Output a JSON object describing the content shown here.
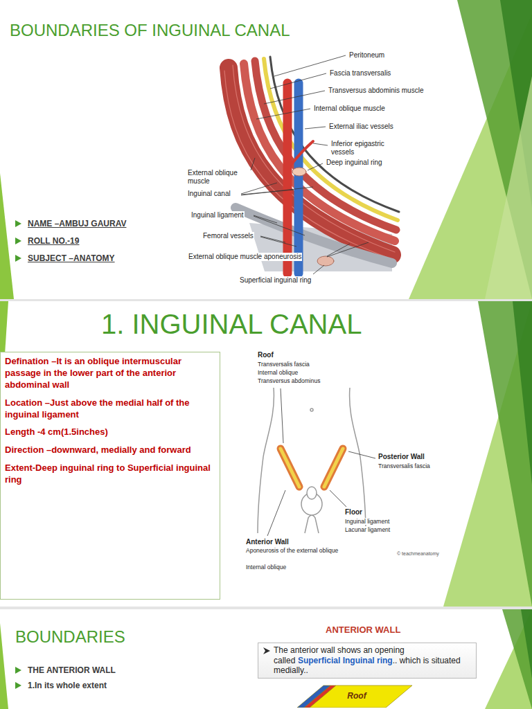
{
  "diagram": {
    "title": "BOUNDARIES OF INGUINAL CANAL",
    "nodes": [
      {
        "text": [
          "Defination –It is an oblique intermuscular passage in the lower part of the anterior abdominal wall",
          "Location –Just above the medial half of the inguinal ligament",
          "Length -4 cm(1.5inches)",
          "Direction –downward, medially and forward",
          "Extent-Deep inguinal ring to Superficial inguinal ring"
        ]
      },
      {
        "text": [
          "The anterior wall shows an opening called",
          "Superficial Inguinal ring",
          ".. which is situated medially.."
        ]
      },
      {
        "text": [
          "Roof"
        ]
      }
    ],
    "labels": [
      "Peritoneum",
      "Fascia transversalis",
      "Transversus abdominis muscle",
      "Internal oblique muscle",
      "External iliac vessels",
      "Inferior epigastric vessels",
      "Deep inguinal ring",
      "External oblique muscle",
      "Inguinal canal",
      "Inguinal ligament",
      "Femoral vessels",
      "External oblique muscle aponeurosis",
      "Superficial inguinal ring",
      "NAME –AMBUJ GAURAV",
      "ROLL NO.-19",
      "SUBJECT –ANATOMY",
      "1. INGUINAL CANAL",
      "Roof",
      "Transversalis fascia",
      "Internal oblique",
      "Transversus abdominus",
      "Posterior Wall",
      "Transversalis fascia",
      "Anterior Wall",
      "Aponeurosis of the external oblique",
      "Internal oblique",
      "Floor",
      "Inguinal ligament",
      "Lacunar ligament",
      "© teachmeanatomy",
      "BOUNDARIES",
      "THE ANTERIOR WALL",
      "1.In its whole extent",
      "ANTERIOR WALL"
    ]
  }
}
